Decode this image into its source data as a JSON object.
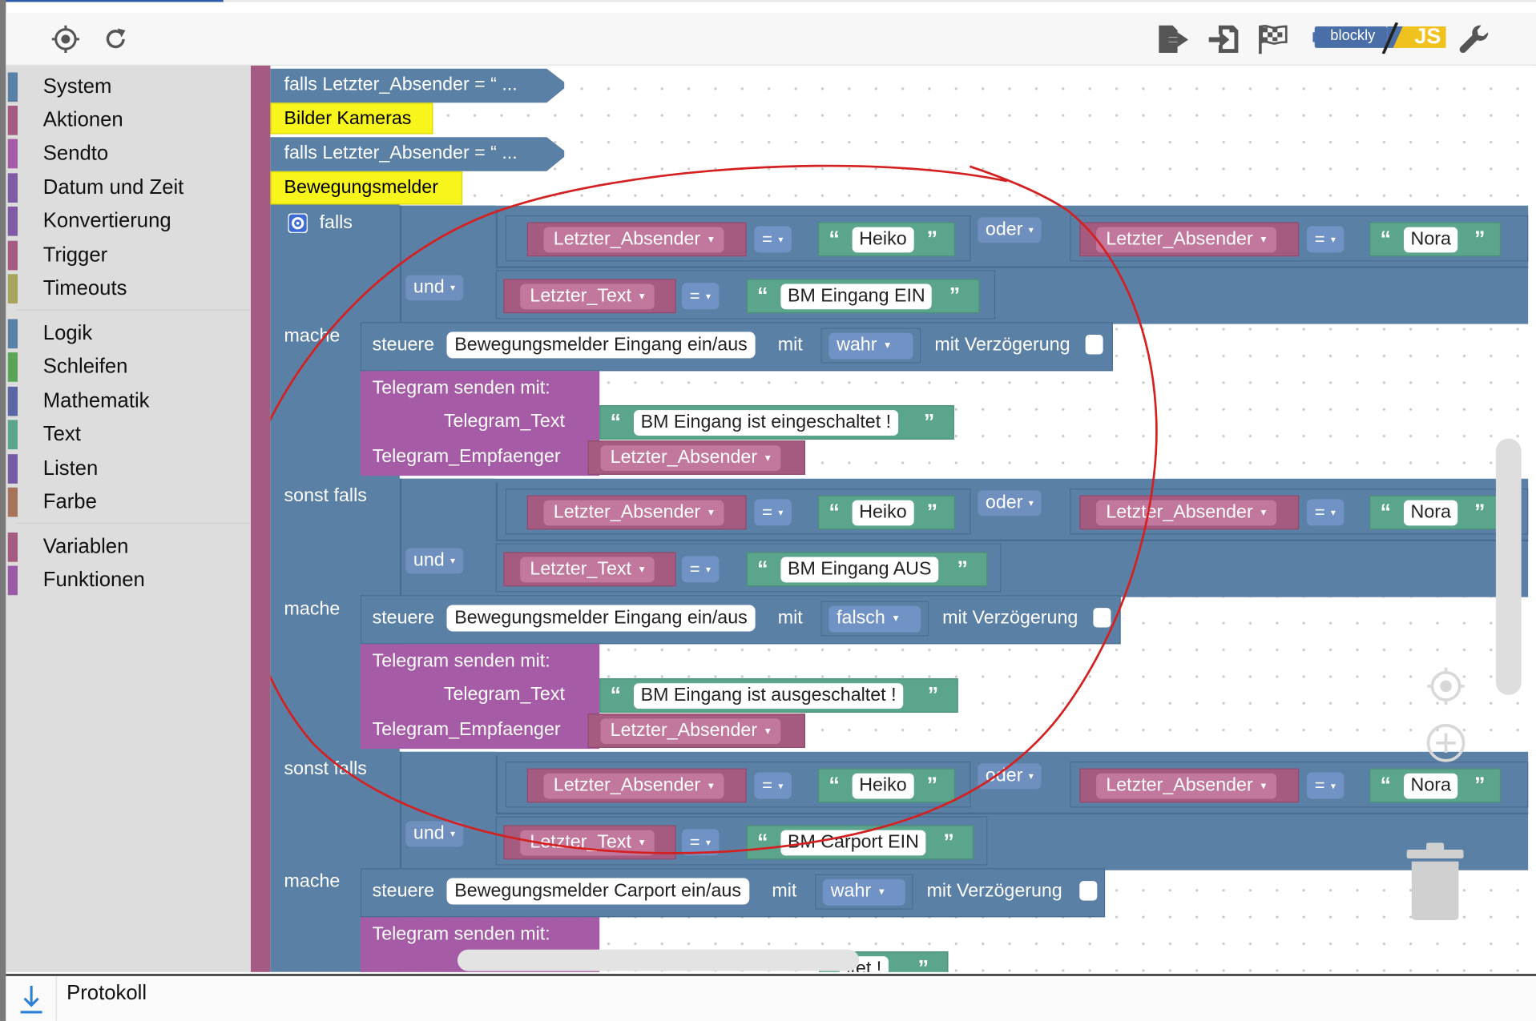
{
  "toolbar": {
    "left_icons": [
      "crosshair-icon",
      "refresh-icon"
    ],
    "right_icons": [
      "export-icon",
      "import-icon",
      "checkered-flag-icon",
      "blockly-js-toggle",
      "wrench-icon"
    ],
    "toggle_left_label": "blockly",
    "toggle_right_label": "JS"
  },
  "toolbox": {
    "groups": [
      [
        {
          "label": "System",
          "color": "#5b80a5"
        },
        {
          "label": "Aktionen",
          "color": "#a55b80"
        },
        {
          "label": "Sendto",
          "color": "#a55ba5"
        },
        {
          "label": "Datum und Zeit",
          "color": "#805ba5"
        },
        {
          "label": "Konvertierung",
          "color": "#805ba5"
        },
        {
          "label": "Trigger",
          "color": "#a55b80"
        },
        {
          "label": "Timeouts",
          "color": "#a5a55b"
        }
      ],
      [
        {
          "label": "Logik",
          "color": "#5b80a5"
        },
        {
          "label": "Schleifen",
          "color": "#5ba55b"
        },
        {
          "label": "Mathematik",
          "color": "#5b67a5"
        },
        {
          "label": "Text",
          "color": "#5ba58c"
        },
        {
          "label": "Listen",
          "color": "#745ba5"
        },
        {
          "label": "Farbe",
          "color": "#a5745b"
        }
      ],
      [
        {
          "label": "Variablen",
          "color": "#a55b80"
        },
        {
          "label": "Funktionen",
          "color": "#995ba5"
        }
      ]
    ]
  },
  "workspace": {
    "collapsed_1": "falls Letzter_Absender = “ ...",
    "comment_1": "Bilder Kameras",
    "collapsed_2": "falls Letzter_Absender = “ ...",
    "comment_2": "Bewegungsmelder",
    "kw_falls": "falls",
    "kw_mache": "mache",
    "kw_sonst_falls": "sonst falls",
    "kw_und": "und",
    "kw_oder": "oder",
    "kw_eq": "=",
    "kw_steuere": "steuere",
    "kw_mit": "mit",
    "kw_mit_verz": "mit Verzögerung",
    "kw_tg_send": "Telegram senden   mit:",
    "kw_tg_text": "Telegram_Text",
    "kw_tg_empf": "Telegram_Empfaenger",
    "var_absender": "Letzter_Absender",
    "var_text": "Letzter_Text",
    "name_heiko": "Heiko",
    "name_nora": "Nora",
    "branches": [
      {
        "text_value": "BM Eingang EIN",
        "device": "Bewegungsmelder Eingang ein/aus",
        "state": "wahr",
        "message": "BM Eingang ist eingeschaltet !"
      },
      {
        "text_value": "BM Eingang AUS",
        "device": "Bewegungsmelder Eingang ein/aus",
        "state": "falsch",
        "message": "BM Eingang ist ausgeschaltet !"
      },
      {
        "text_value": "BM Carport EIN",
        "device": "Bewegungsmelder Carport ein/aus",
        "state": "wahr",
        "message": "ltet !"
      }
    ]
  },
  "bottom_panel": {
    "label": "Protokoll",
    "icon": "download-arrow-icon"
  }
}
